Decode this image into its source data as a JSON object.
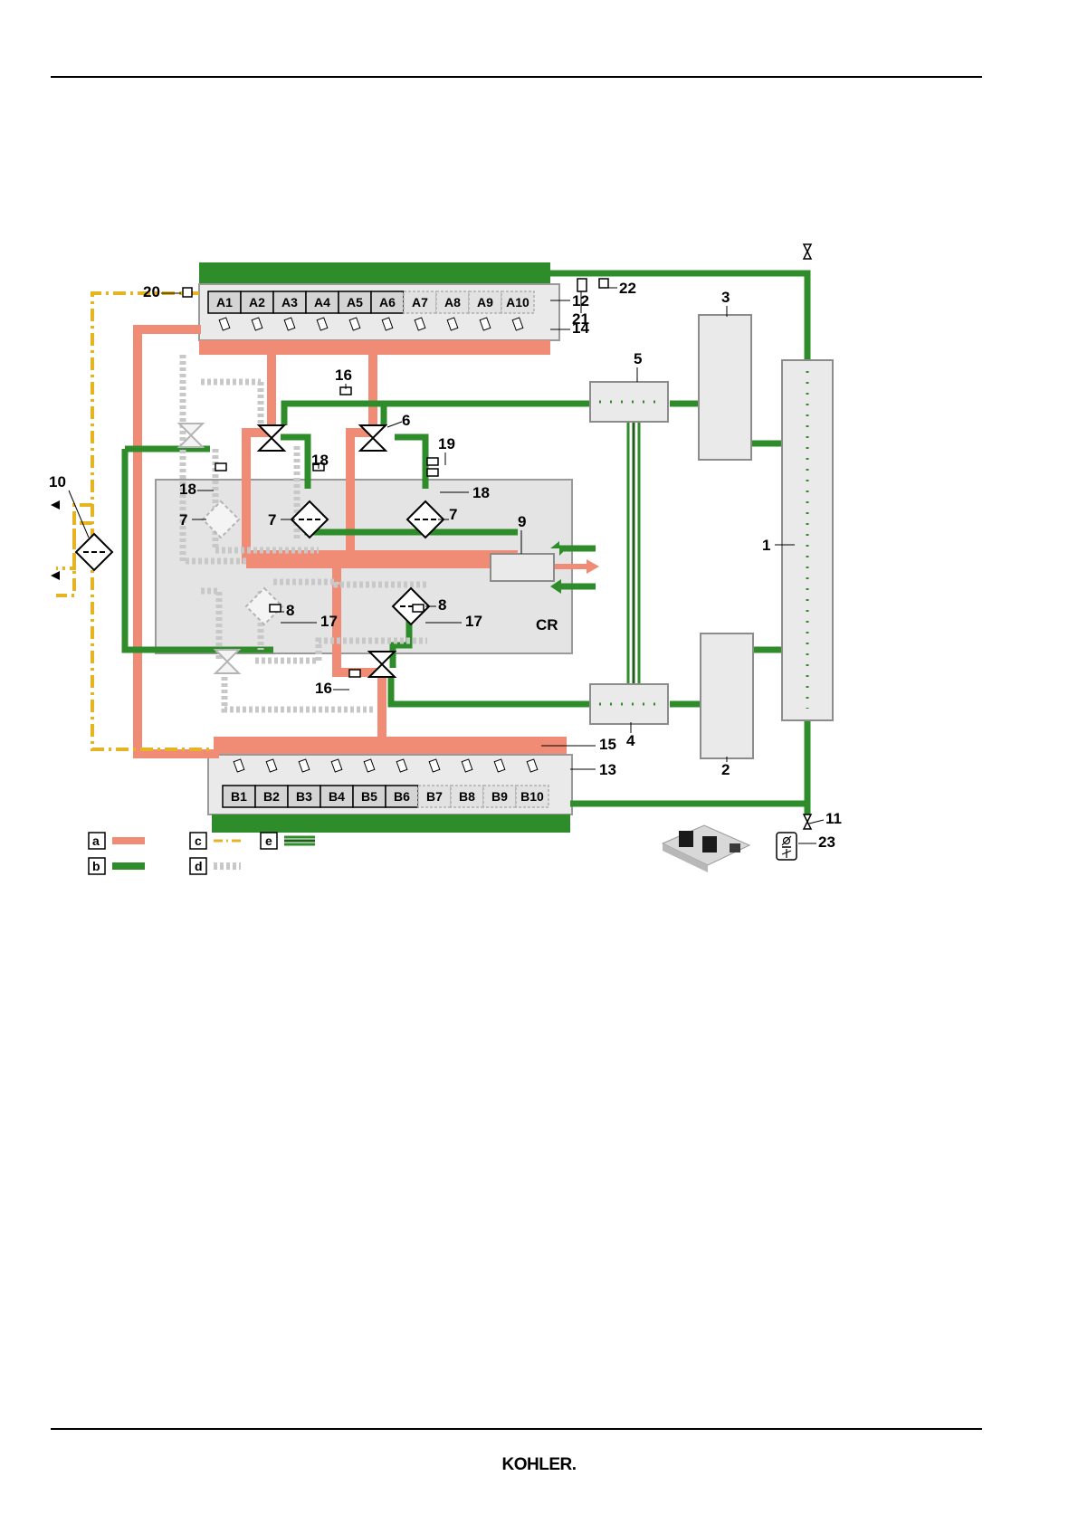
{
  "colors": {
    "coolant_hot": "#f08c76",
    "coolant_cold": "#2f8c2a",
    "oil": "#e6b422",
    "inactive": "#c8c8c8",
    "panel": "#eaeaea",
    "stroke": "#8c8c8c"
  },
  "bank_a": {
    "cylinders": [
      "A1",
      "A2",
      "A3",
      "A4",
      "A5",
      "A6",
      "A7",
      "A8",
      "A9",
      "A10"
    ]
  },
  "bank_b": {
    "cylinders": [
      "B1",
      "B2",
      "B3",
      "B4",
      "B5",
      "B6",
      "B7",
      "B8",
      "B9",
      "B10"
    ]
  },
  "callouts": {
    "c1": "1",
    "c2": "2",
    "c3": "3",
    "c4": "4",
    "c5": "5",
    "c6": "6",
    "c7": "7",
    "c8": "8",
    "c9": "9",
    "c10": "10",
    "c11": "11",
    "c12": "12",
    "c13": "13",
    "c14": "14",
    "c15": "15",
    "c16": "16",
    "c17": "17",
    "c18": "18",
    "c19": "19",
    "c20": "20",
    "c21": "21",
    "c22": "22",
    "c23": "23"
  },
  "region_label": "CR",
  "legend": [
    {
      "key": "a",
      "style": "coolant_hot"
    },
    {
      "key": "b",
      "style": "coolant_cold"
    },
    {
      "key": "c",
      "style": "oil"
    },
    {
      "key": "d",
      "style": "inactive"
    },
    {
      "key": "e",
      "style": "bus"
    }
  ],
  "footer": {
    "brand": "KOHLER."
  }
}
